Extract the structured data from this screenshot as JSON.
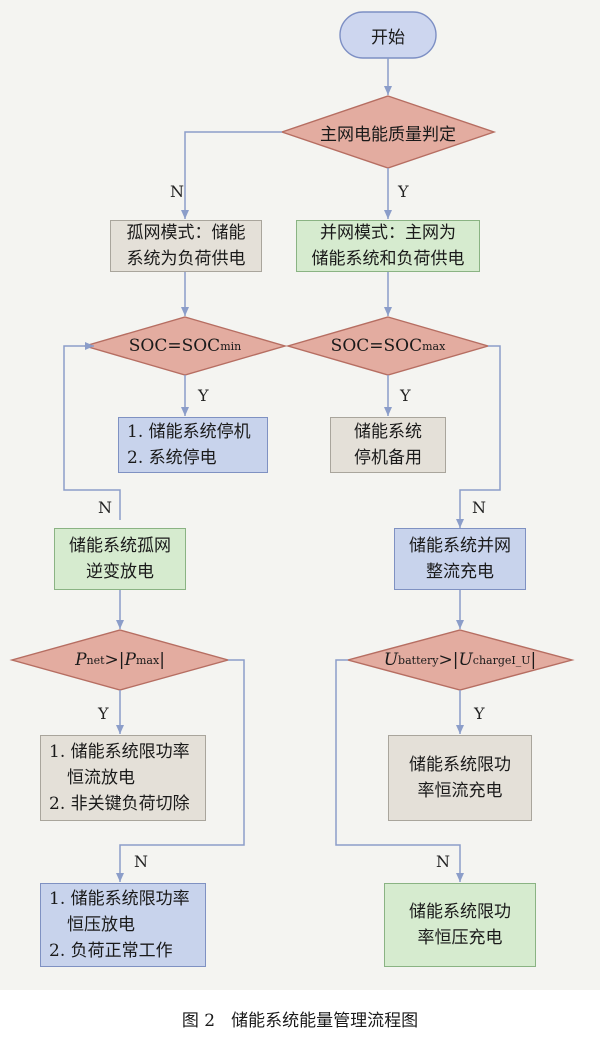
{
  "start": "开始",
  "decision_main": "主网电能质量判定",
  "island_mode": [
    "孤网模式：储能",
    "系统为负荷供电"
  ],
  "grid_mode": [
    "并网模式：主网为",
    "储能系统和负荷供电"
  ],
  "soc_min": {
    "base": "SOC=SOC",
    "sub": "min"
  },
  "soc_max": {
    "base": "SOC=SOC",
    "sub": "max"
  },
  "stop_outage": [
    "1. 储能系统停机",
    "2. 系统停电"
  ],
  "standby": [
    "储能系统",
    "停机备用"
  ],
  "island_discharge": [
    "储能系统孤网",
    "逆变放电"
  ],
  "grid_charge": [
    "储能系统并网",
    "整流充电"
  ],
  "p_compare": {
    "p": "P",
    "p_sub": "net",
    "mid": ">|",
    "p2": "P",
    "p2_sub": "max",
    "end": "|"
  },
  "u_compare": {
    "u": "U",
    "u_sub": "battery",
    "mid": ">|",
    "u2": "U",
    "u2_sub": "chargeI_U",
    "end": "|"
  },
  "limit_const_current_discharge": [
    "1. 储能系统限功率",
    "恒流放电",
    "2. 非关键负荷切除"
  ],
  "limit_const_current_charge": [
    "储能系统限功",
    "率恒流充电"
  ],
  "limit_const_voltage_discharge": [
    "1. 储能系统限功率",
    "恒压放电",
    "2. 负荷正常工作"
  ],
  "limit_const_voltage_charge": [
    "储能系统限功",
    "率恒压充电"
  ],
  "yes": "Y",
  "no": "N",
  "caption": {
    "fig": "图 2",
    "title": "储能系统能量管理流程图"
  },
  "colors": {
    "diamond_fill": "#e3aca0",
    "diamond_stroke": "#b66e62",
    "start_fill": "#cdd6ef",
    "start_stroke": "#7d8fc4",
    "line": "#8b9dc9"
  }
}
